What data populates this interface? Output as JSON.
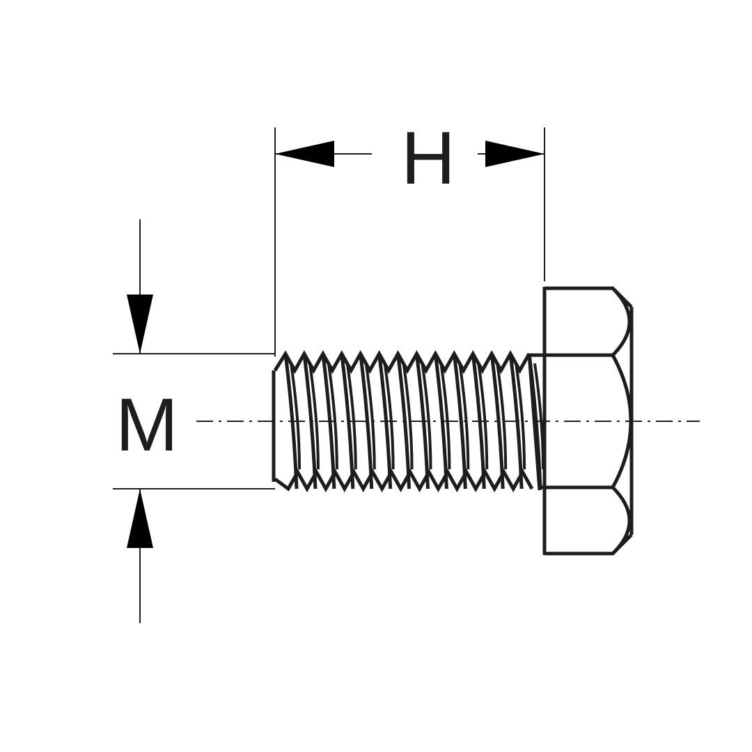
{
  "diagram": {
    "labels": {
      "length": "H",
      "diameter": "M"
    },
    "colors": {
      "ink": "#1d1d1b",
      "background": "#ffffff"
    },
    "thread": {
      "crest_count": 13
    }
  }
}
